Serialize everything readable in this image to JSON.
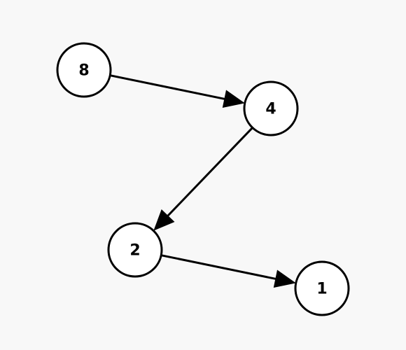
{
  "nodes": [
    {
      "id": "n8",
      "label": "8"
    },
    {
      "id": "n4",
      "label": "4"
    },
    {
      "id": "n2",
      "label": "2"
    },
    {
      "id": "n1",
      "label": "1"
    }
  ],
  "edges": [
    {
      "from": "n8",
      "to": "n4"
    },
    {
      "from": "n4",
      "to": "n2"
    },
    {
      "from": "n2",
      "to": "n1"
    }
  ]
}
